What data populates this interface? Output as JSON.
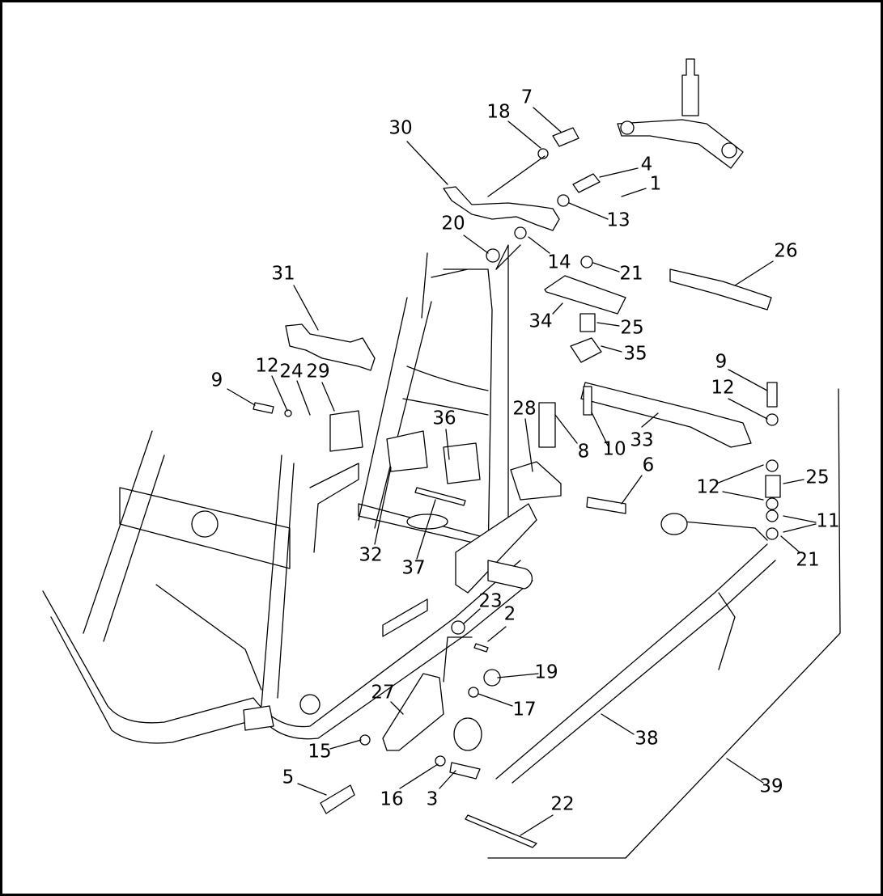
{
  "diagram": {
    "callouts": [
      "7",
      "18",
      "30",
      "4",
      "1",
      "13",
      "20",
      "14",
      "21",
      "26",
      "31",
      "34",
      "25",
      "35",
      "9",
      "12",
      "24",
      "29",
      "9",
      "12",
      "36",
      "28",
      "8",
      "10",
      "33",
      "6",
      "25",
      "12",
      "11",
      "21",
      "32",
      "37",
      "23",
      "2",
      "19",
      "27",
      "17",
      "38",
      "15",
      "5",
      "16",
      "3",
      "22",
      "39"
    ]
  }
}
